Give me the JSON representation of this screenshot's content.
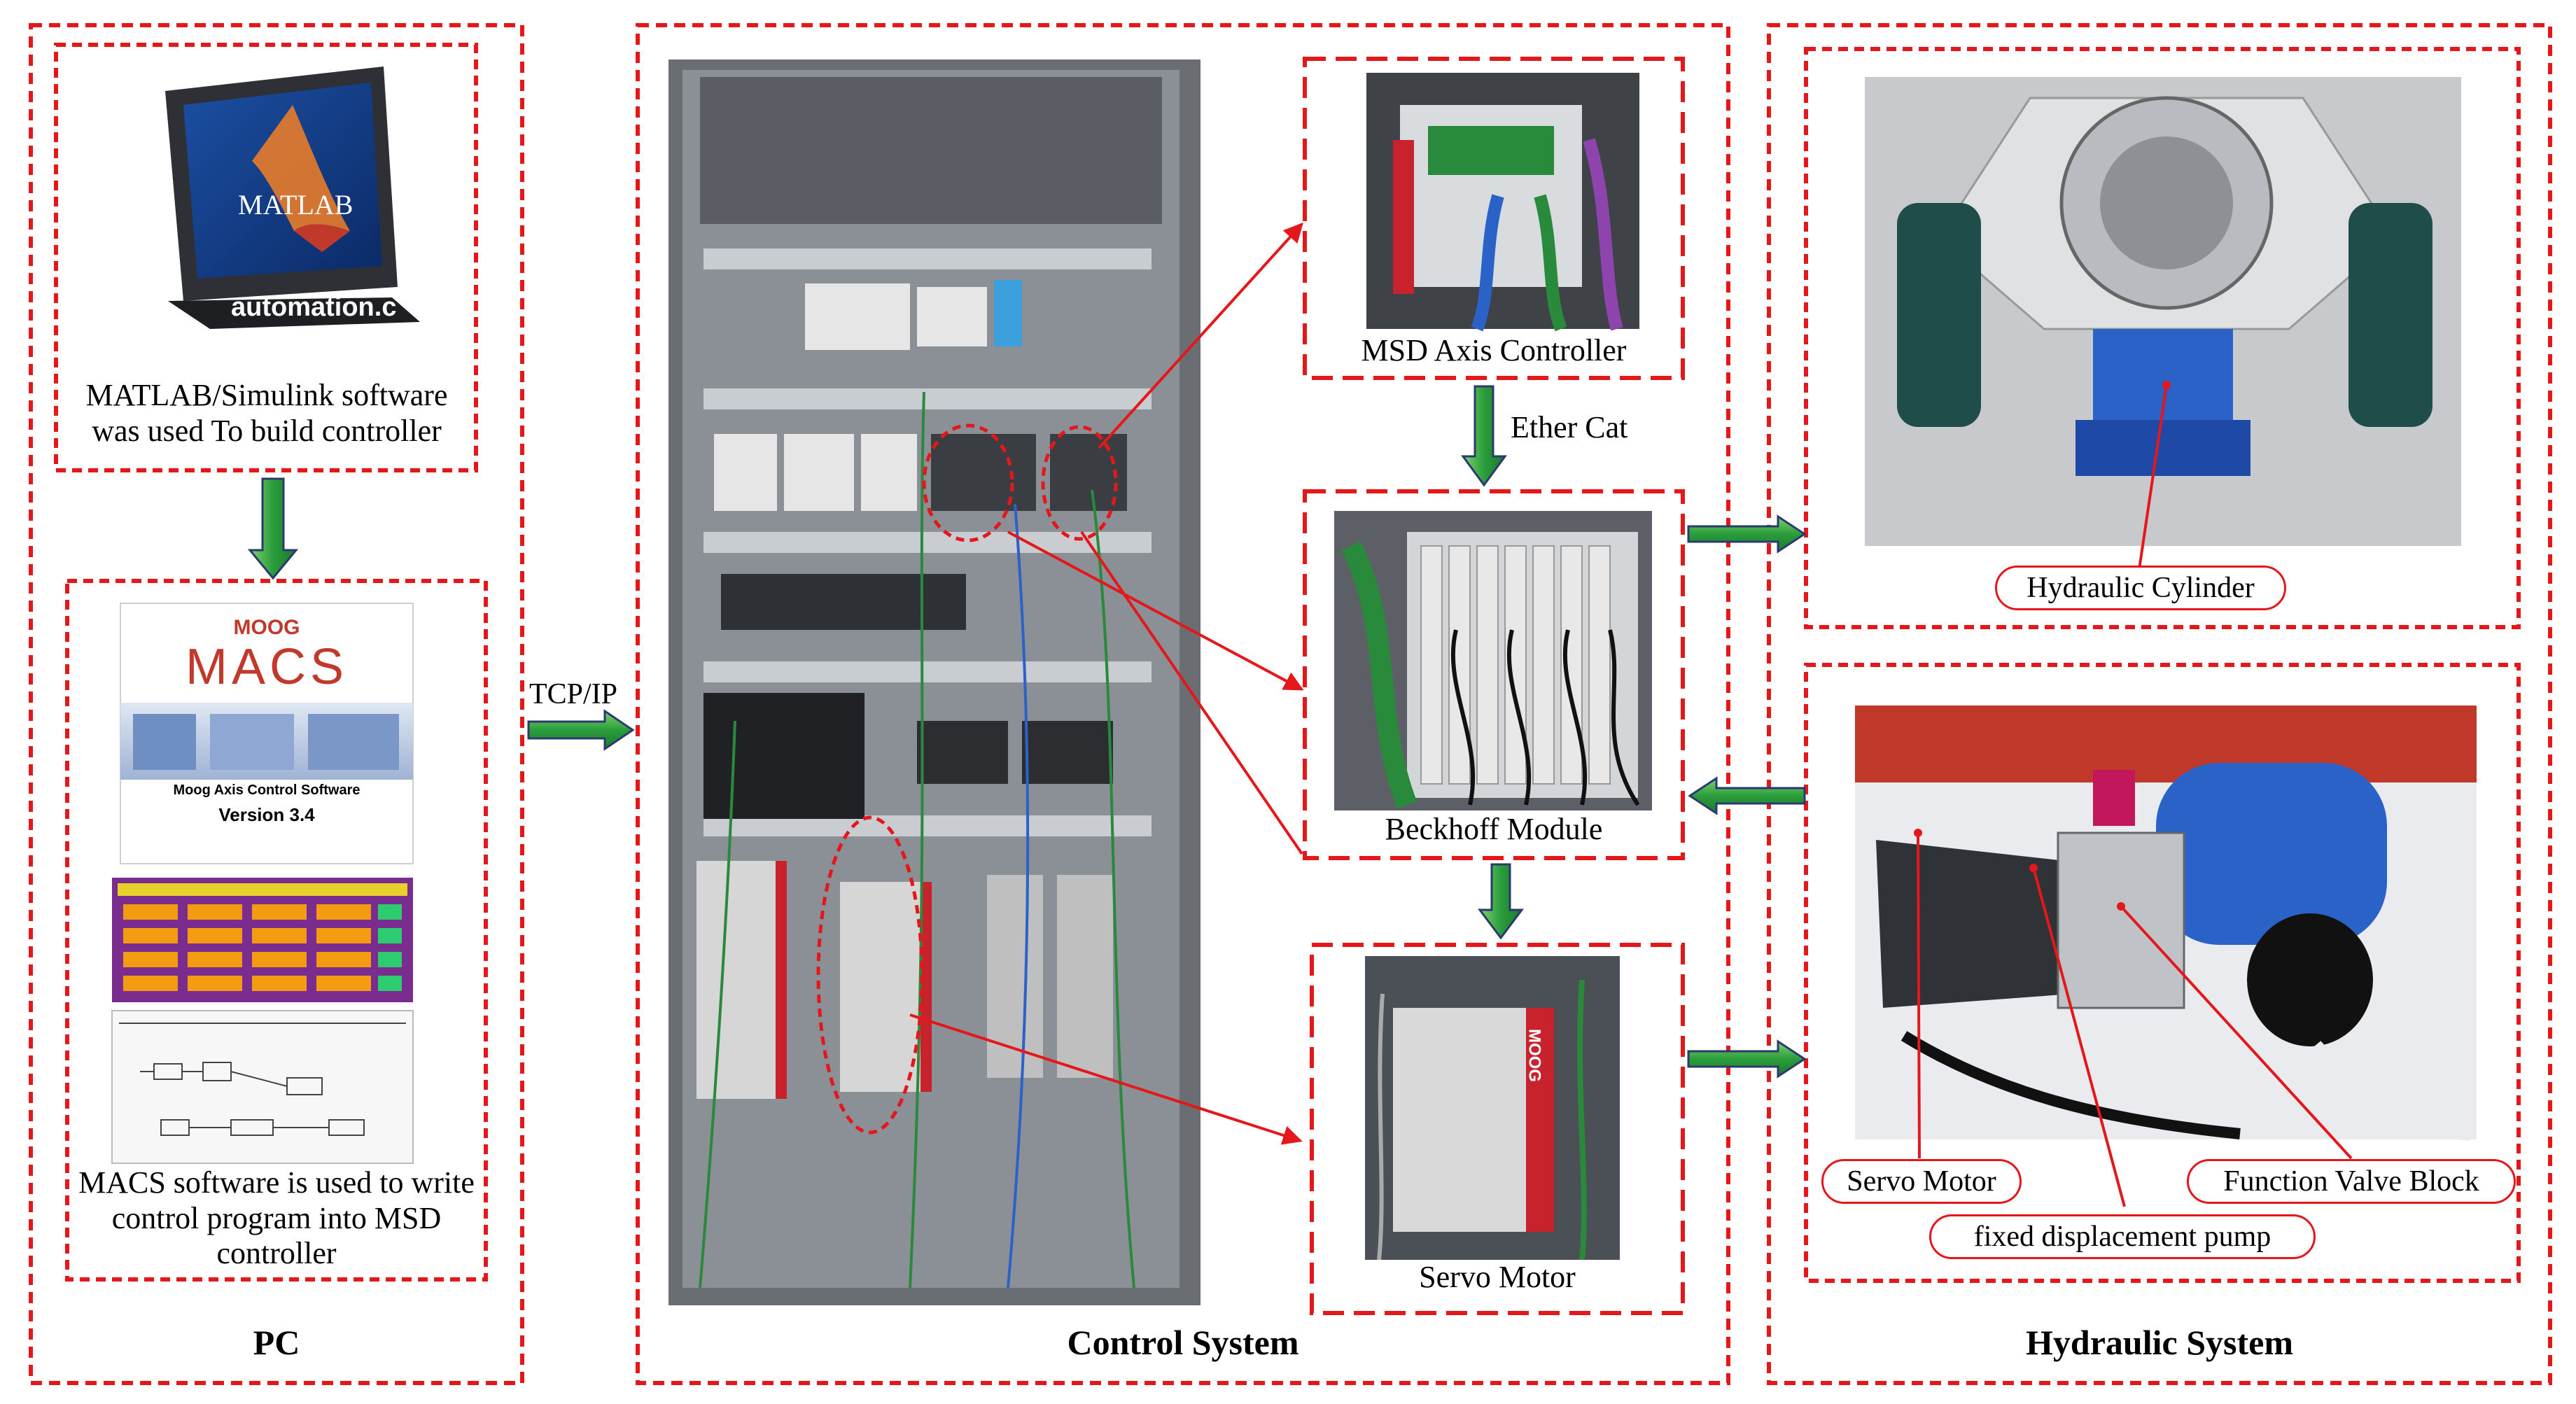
{
  "sections": {
    "pc": {
      "title": "PC"
    },
    "control": {
      "title": "Control System"
    },
    "hydraulic": {
      "title": "Hydraulic System"
    }
  },
  "pc": {
    "monitor_title": "MATLAB",
    "monitor_brand": "automation.c",
    "matlab_caption": "MATLAB/Simulink software was used  To build controller",
    "macs_logo_top": "MOOG",
    "macs_logo_main": "MACS",
    "macs_product": "Moog Axis Control Software",
    "macs_version": "Version 3.4",
    "macs_caption": "MACS software is used to write control program into MSD controller"
  },
  "control": {
    "msd_caption": "MSD Axis Controller",
    "beckhoff_caption": "Beckhoff Module",
    "servo_caption": "Servo Motor",
    "drive_brand": "MOOG"
  },
  "connections": {
    "tcpip": "TCP/IP",
    "ethercat": "Ether Cat"
  },
  "hydraulic": {
    "cylinder_label": "Hydraulic Cylinder",
    "servo_motor_label": "Servo Motor",
    "valve_label": "Function Valve Block",
    "pump_label": "fixed displacement pump"
  },
  "colors": {
    "dash_red": "#e4171b",
    "arrow_green": "#2a9d3c",
    "arrow_outline": "#2b3a6e"
  }
}
